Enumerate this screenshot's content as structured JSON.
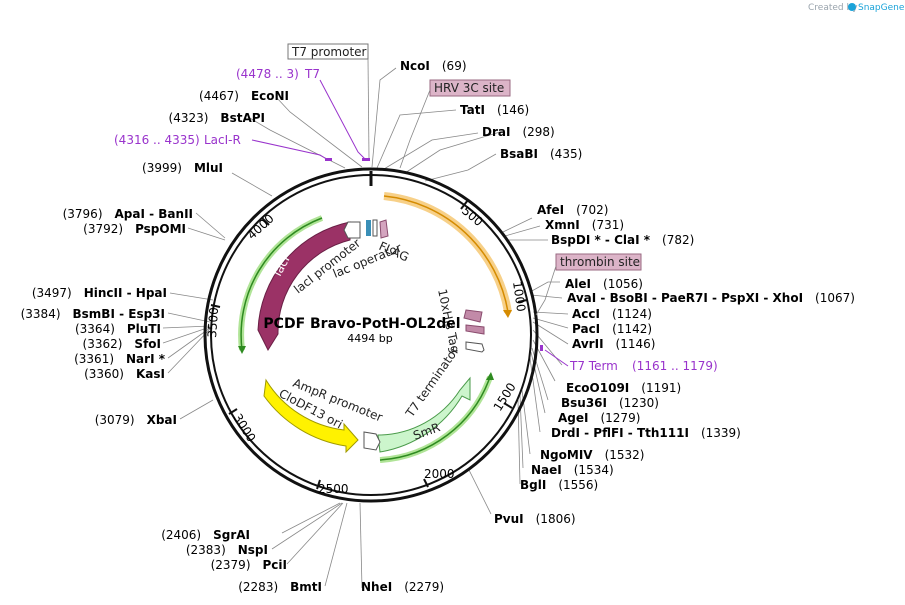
{
  "credit": {
    "text": "Created by",
    "brand": "SnapGene"
  },
  "plasmid": {
    "name": "PCDF Bravo-PotH-OL2del",
    "size": "4494 bp"
  },
  "ticks": [
    "500",
    "1000",
    "1500",
    "2000",
    "2500",
    "3000",
    "3500",
    "4000"
  ],
  "features": {
    "lacI": "lacI",
    "laci_promoter": "lacI promoter",
    "lac_operator": "lac operator",
    "flag": "FLAG",
    "his_tag": "10xHis Tag",
    "t7_terminator": "T7 terminator",
    "smr": "SmR",
    "ampr_promoter": "AmpR promoter",
    "clodf13": "CloDF13 ori"
  },
  "boxed_labels": {
    "t7_promoter": "T7 promoter",
    "hrv3c": "HRV 3C site",
    "thrombin": "thrombin site"
  },
  "primer_labels": {
    "t7": {
      "range": "(4478 .. 3)",
      "name": "T7"
    },
    "laci_r": {
      "range": "(4316 .. 4335)",
      "name": "LacI-R"
    },
    "t7_term": {
      "name": "T7 Term",
      "range": "(1161 .. 1179)"
    }
  },
  "right_sites": [
    {
      "name": "NcoI",
      "pos": "(69)"
    },
    {
      "name": "TatI",
      "pos": "(146)"
    },
    {
      "name": "DraI",
      "pos": "(298)"
    },
    {
      "name": "BsaBI",
      "pos": "(435)"
    },
    {
      "name": "AfeI",
      "pos": "(702)"
    },
    {
      "name": "XmnI",
      "pos": "(731)"
    },
    {
      "name": "BspDI * - ClaI *",
      "pos": "(782)"
    },
    {
      "name": "AleI",
      "pos": "(1056)"
    },
    {
      "name": "AvaI - BsoBI - PaeR7I - PspXI - XhoI",
      "pos": "(1067)"
    },
    {
      "name": "AccI",
      "pos": "(1124)"
    },
    {
      "name": "PacI",
      "pos": "(1142)"
    },
    {
      "name": "AvrII",
      "pos": "(1146)"
    },
    {
      "name": "EcoO109I",
      "pos": "(1191)"
    },
    {
      "name": "Bsu36I",
      "pos": "(1230)"
    },
    {
      "name": "AgeI",
      "pos": "(1279)"
    },
    {
      "name": "DrdI - PflFI - Tth111I",
      "pos": "(1339)"
    },
    {
      "name": "NgoMIV",
      "pos": "(1532)"
    },
    {
      "name": "NaeI",
      "pos": "(1534)"
    },
    {
      "name": "BglI",
      "pos": "(1556)"
    },
    {
      "name": "PvuI",
      "pos": "(1806)"
    },
    {
      "name": "NheI",
      "pos": "(2279)"
    }
  ],
  "left_sites": [
    {
      "pos": "(4467)",
      "name": "EcoNI"
    },
    {
      "pos": "(4323)",
      "name": "BstAPI"
    },
    {
      "pos": "(3999)",
      "name": "MluI"
    },
    {
      "pos": "(3796)",
      "name": "ApaI - BanII"
    },
    {
      "pos": "(3792)",
      "name": "PspOMI"
    },
    {
      "pos": "(3497)",
      "name": "HincII - HpaI"
    },
    {
      "pos": "(3384)",
      "name": "BsmBI - Esp3I"
    },
    {
      "pos": "(3364)",
      "name": "PluTI"
    },
    {
      "pos": "(3362)",
      "name": "SfoI"
    },
    {
      "pos": "(3361)",
      "name": "NarI *"
    },
    {
      "pos": "(3360)",
      "name": "KasI"
    },
    {
      "pos": "(3079)",
      "name": "XbaI"
    },
    {
      "pos": "(2406)",
      "name": "SgrAI"
    },
    {
      "pos": "(2383)",
      "name": "NspI"
    },
    {
      "pos": "(2379)",
      "name": "PciI"
    },
    {
      "pos": "(2283)",
      "name": "BmtI"
    }
  ]
}
